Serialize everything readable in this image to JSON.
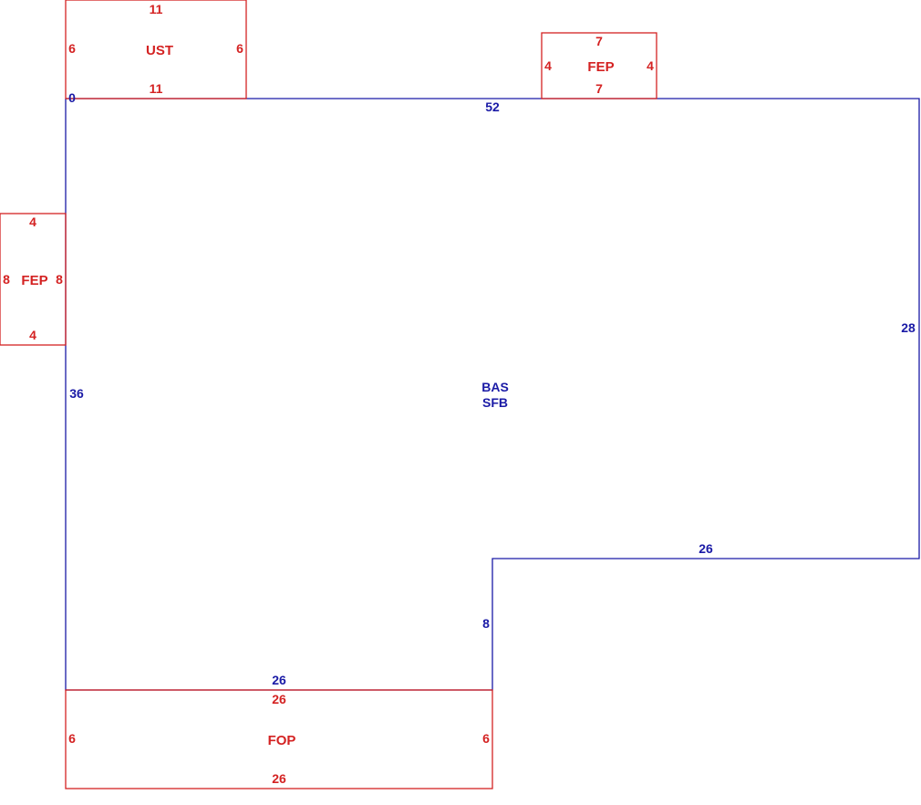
{
  "colors": {
    "main": "#1a1aa6",
    "sub": "#d42222",
    "background": "#ffffff"
  },
  "main_area": {
    "code1": "BAS",
    "code2": "SFB",
    "origin": "0",
    "dim_top": "52",
    "dim_right": "28",
    "dim_left": "36",
    "dim_step_top": "26",
    "dim_step_vertical": "8",
    "dim_bottom": "26"
  },
  "ust": {
    "label": "UST",
    "dim_top": "11",
    "dim_bottom": "11",
    "dim_left": "6",
    "dim_right": "6"
  },
  "fep_top": {
    "label": "FEP",
    "dim_top": "7",
    "dim_bottom": "7",
    "dim_left": "4",
    "dim_right": "4"
  },
  "fep_left": {
    "label": "FEP",
    "dim_top": "4",
    "dim_bottom": "4",
    "dim_left": "8",
    "dim_right": "8"
  },
  "fop": {
    "label": "FOP",
    "dim_top": "26",
    "dim_bottom": "26",
    "dim_left": "6",
    "dim_right": "6"
  }
}
